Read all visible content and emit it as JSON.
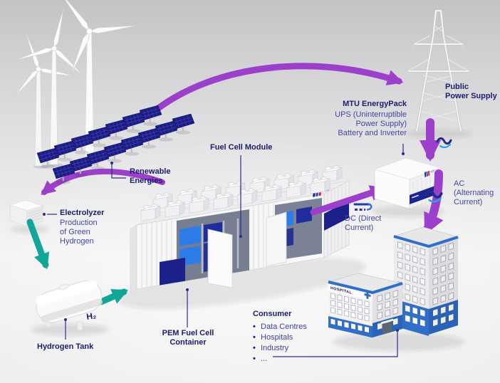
{
  "colors": {
    "arrow_purple": "#9c40cc",
    "arrow_teal": "#12a59a",
    "label_navy": "#1c1c6e",
    "label_blue": "#4545a4",
    "solar_navy": "#1c1c86",
    "brand_band_navy": "#1b2188",
    "building_blue": "#2f6fc9",
    "module_blue": "#2e7ce8",
    "logo_red": "#d5232b"
  },
  "labels": {
    "renewable_energies": "Renewable\nEnergies",
    "fuel_cell_module": "Fuel Cell Module",
    "electrolyzer_title": "Electrolyzer",
    "electrolyzer_desc": "Production\nof Green\nHydrogen",
    "hydrogen_tank": "Hydrogen Tank",
    "pem_container": "PEM Fuel Cell\nContainer",
    "energypack_title": "MTU EnergyPack",
    "energypack_desc": "UPS (Uninterruptible\nPower Supply)\nBattery and Inverter",
    "public_power_supply": "Public\nPower Supply",
    "ac": "AC\n(Alternating\nCurrent)",
    "dc": "DC (Direct\nCurrent)"
  },
  "consumer": {
    "title": "Consumer",
    "items": [
      "Data Centres",
      "Hospitals",
      "Industry",
      "..."
    ]
  },
  "markings": {
    "hydrogen_tank": "H₂",
    "hospital": "HOSPITAL"
  }
}
